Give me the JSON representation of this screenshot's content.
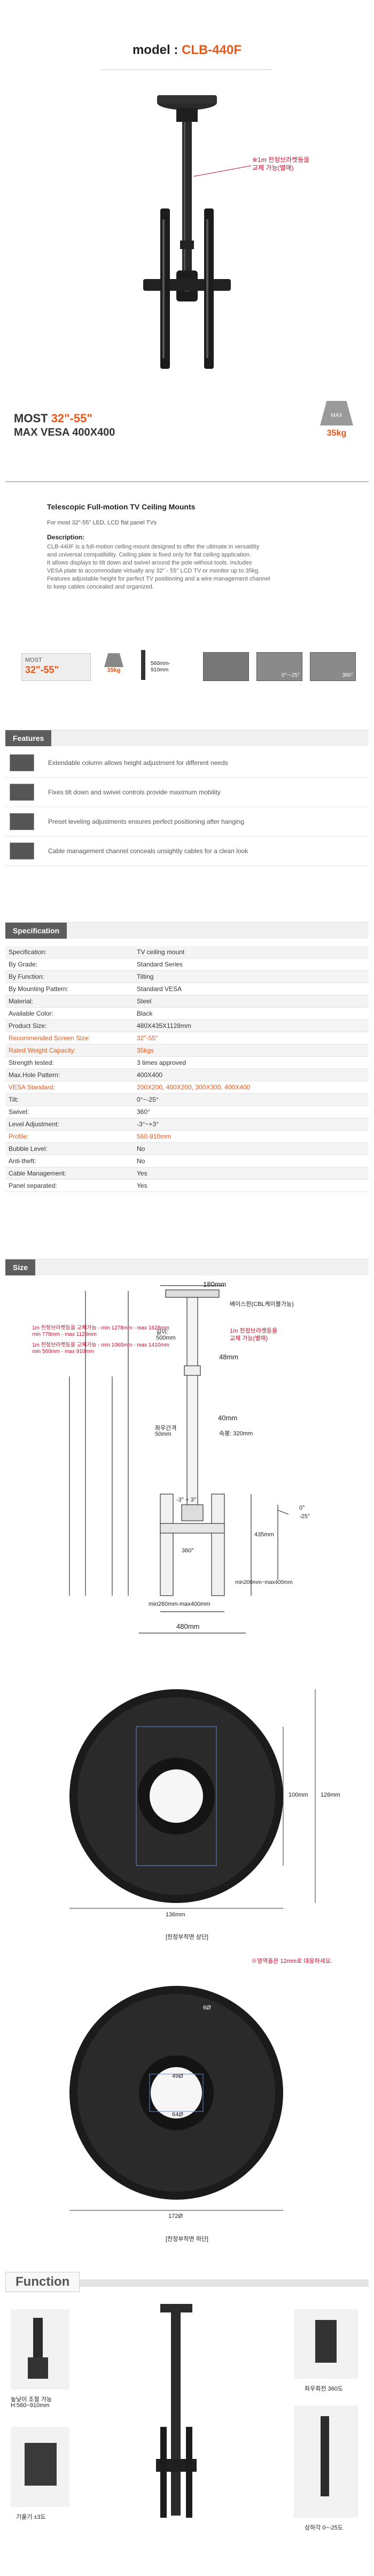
{
  "header": {
    "model_label": "model : ",
    "model_code": "CLB-440F"
  },
  "hero": {
    "note_line1": "※1m 천정브라켓등을",
    "note_line2": "교체 가능(별매)",
    "most_label": "MOST",
    "most_range": "32\"-55\"",
    "vesa_label": "MAX VESA 400X400",
    "weight_badge_top": "MAX",
    "weight_value": "35kg"
  },
  "product": {
    "title": "Telescopic Full-motion TV Ceiling Mounts",
    "subtitle": "For most 32\"-55\" LED, LCD flat panel TVs",
    "desc_heading": "Description:",
    "desc_lines": [
      "CLB-440F is a full-motion ceiling mount designed to offer the ultimate in versatility",
      "and universal compatibility. Ceiling plate is fixed only for flat ceiling application.",
      "It allows displays to tilt down and swivel around the pole without tools. Includes",
      "VESA plate to accommodate virtually any 32\" - 55\" LCD TV or monitor up to 35kg.",
      "Features adjustable height for perfect TV positioning and a wire management channel",
      "to keep cables concealed and organized."
    ],
    "icon_strip": {
      "most": "MOST",
      "range": "32\"-55\"",
      "weight": "35kg",
      "height_top": "560mm-",
      "height_bottom": "910mm",
      "tilt": "0°~-25°",
      "swivel": "360°"
    }
  },
  "features": {
    "tab": "Features",
    "items": [
      "Extendable column allows height adjustment for different needs",
      "Fixes tilt down and swivel controls provide maximum mobility",
      "Preset leveling adjustments ensures perfect positioning after hanging",
      "Cable management channel conceals unsightly cables for a clean look"
    ]
  },
  "specification": {
    "tab": "Specification",
    "rows": [
      {
        "k": "Specification:",
        "v": "TV ceiling mount",
        "hl": false
      },
      {
        "k": "By Grade:",
        "v": "Standard Series",
        "hl": false
      },
      {
        "k": "By Function:",
        "v": "Tilting",
        "hl": false
      },
      {
        "k": "By Mounting Pattern:",
        "v": "Standard VESA",
        "hl": false
      },
      {
        "k": "Material:",
        "v": "Steel",
        "hl": false
      },
      {
        "k": "Available Color:",
        "v": "Black",
        "hl": false
      },
      {
        "k": "Product Size:",
        "v": "480X435X1128mm",
        "hl": false
      },
      {
        "k": "Recommended Screen Size:",
        "v": "32\"-55\"",
        "hl": true
      },
      {
        "k": "Rated Weight Capacity:",
        "v": "35kgs",
        "hl": true
      },
      {
        "k": "Strength tested:",
        "v": "3 times approved",
        "hl": false
      },
      {
        "k": "Max.Hole Pattern:",
        "v": "400X400",
        "hl": false
      },
      {
        "k": "VESA Standard:",
        "v": "200X200, 400X200, 300X300, 400X400",
        "hl": true
      },
      {
        "k": "Tilt:",
        "v": "0°~-25°",
        "hl": false
      },
      {
        "k": "Swivel:",
        "v": "360°",
        "hl": false
      },
      {
        "k": "Level Adjustment:",
        "v": "-3°~+3°",
        "hl": false
      },
      {
        "k": "Profile:",
        "v": "560-910mm",
        "hl": true
      },
      {
        "k": "Bubble Level:",
        "v": "No",
        "hl": false
      },
      {
        "k": "Anti-theft:",
        "v": "No",
        "hl": false
      },
      {
        "k": "Cable Management:",
        "v": "Yes",
        "hl": false
      },
      {
        "k": "Panel separated:",
        "v": "Yes",
        "hl": false
      }
    ]
  },
  "size": {
    "tab": "Size",
    "dims": {
      "d180": "180mm",
      "ceiling_plate": "베이스판(CBL케이블가능)",
      "pole_len_a": "길이:",
      "pole_len_b": "500mm",
      "bracket_note_a": "1m 천정브라켓등을",
      "bracket_note_b": "교체 가능(별매)",
      "d48": "48mm",
      "d40": "40mm",
      "gap_a": "좌우간격",
      "gap_b": "50mm",
      "joint": "속봉: 320mm",
      "level": "-3° + 3°",
      "swivel": "360°",
      "min260_400": "min260mm-max400mm",
      "w480": "480mm",
      "h435": "435mm",
      "min200_400": "min200mm~max400mm",
      "tilt": "0°",
      "tilt2": "-25°",
      "left_a": "1m 천정브라켓등을 교체가능 - min 1278mm - max 1628mm",
      "left_b": "min 778mm - max 1128mm",
      "left_c": "1m 천정브라켓등을 교체가능 - min 1060mm - max 1410mm",
      "left_d": "min 560mm - max 910mm"
    },
    "plate_top": {
      "w": "136mm",
      "h1": "100mm",
      "h2": "126mm",
      "caption": "[천정부착면 상단]"
    },
    "plate_bottom": {
      "note": "※영역홀은 12mm로 대응하세요.",
      "d1": "6Ø",
      "d2": "49Ø",
      "d3": "64Ø",
      "w": "172Ø",
      "caption": "[천정부착면 하단]"
    }
  },
  "function": {
    "tab": "Function",
    "captions": {
      "height": "높낮이 조절 가능",
      "height_val": "H:560~910mm",
      "swivel": "좌우회전 360도",
      "level": "기울기 ±3도",
      "tilt": "상하각 0~-25도"
    }
  },
  "colors": {
    "accent": "#e8581a",
    "red": "#c8102e",
    "tab_bg": "#5d5d5d"
  }
}
